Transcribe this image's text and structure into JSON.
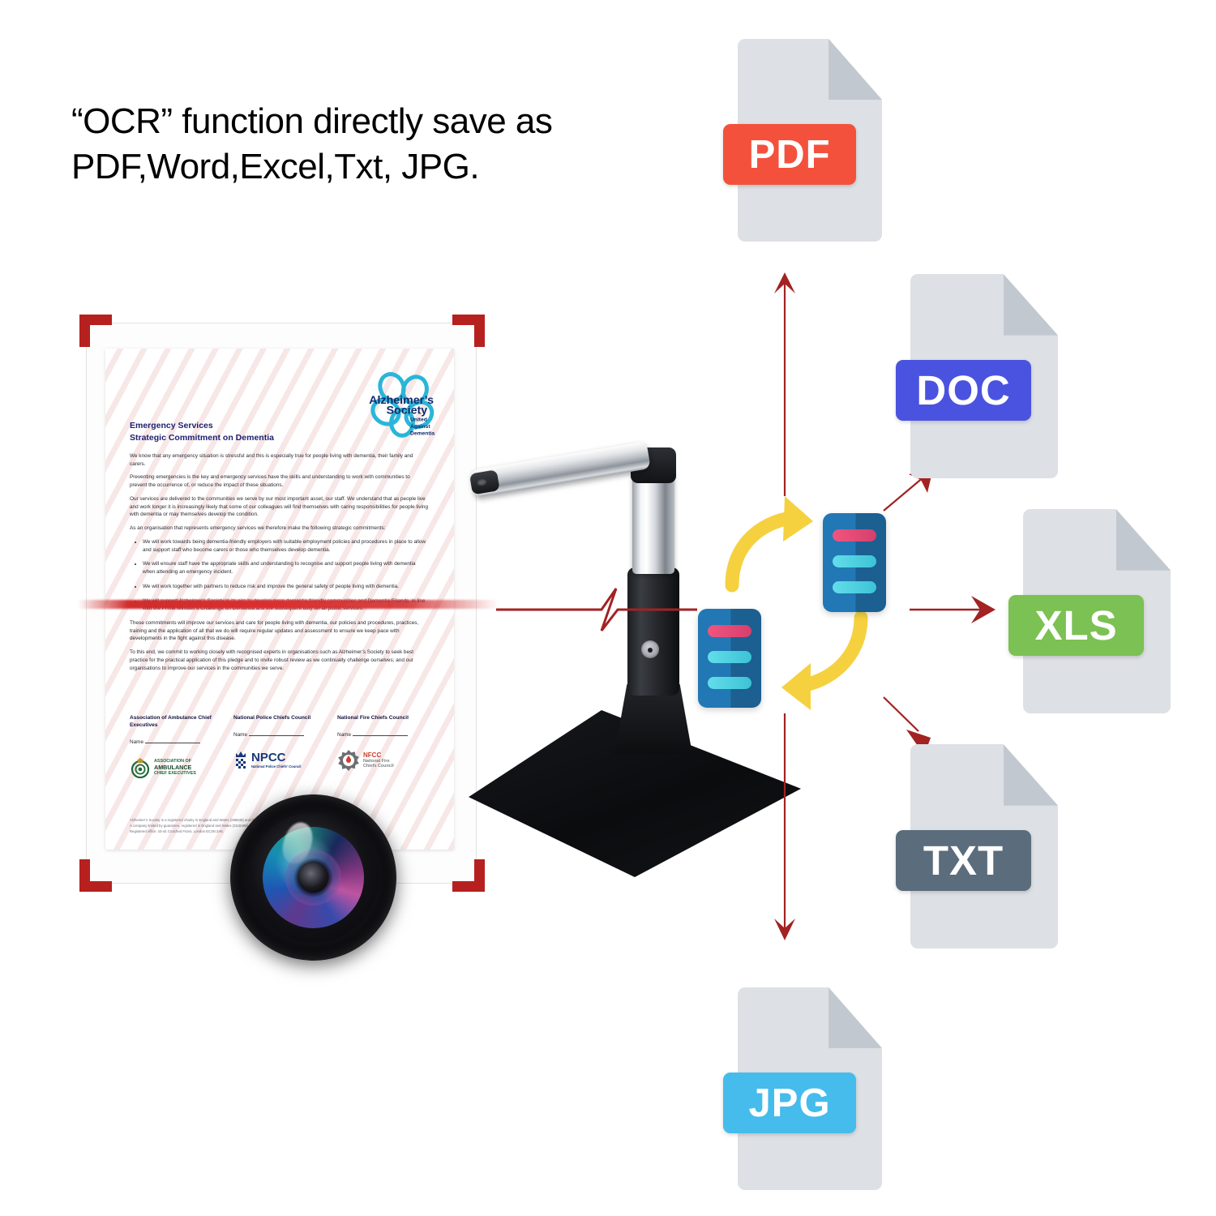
{
  "headline": {
    "line1": "“OCR” function directly save as",
    "line2": "PDF,Word,Excel,Txt, JPG."
  },
  "colors": {
    "pdf": "#f4513c",
    "doc": "#4a53e0",
    "xls": "#7cc153",
    "txt": "#5b6c7c",
    "jpg": "#45bceb",
    "file_page": "#dde0e4",
    "file_fold": "#c2c8cf",
    "arrow_red": "#a32222",
    "corner_bracket": "#b6201e",
    "arrow_yellow": "#f5d13f",
    "hub_card": "#2178b4",
    "hub_bar_pink": "#ef557e",
    "hub_bar_cyan": "#5ed8e8",
    "laser_red": "#d42a2a"
  },
  "file_icons": [
    {
      "name": "pdf",
      "label": "PDF",
      "badge_color": "#f4513c"
    },
    {
      "name": "doc",
      "label": "DOC",
      "badge_color": "#4a53e0"
    },
    {
      "name": "xls",
      "label": "XLS",
      "badge_color": "#7cc153"
    },
    {
      "name": "txt",
      "label": "TXT",
      "badge_color": "#5b6c7c"
    },
    {
      "name": "jpg",
      "label": "JPG",
      "badge_color": "#45bceb"
    }
  ],
  "scanned_document": {
    "logo": {
      "line1": "Alzheimer’s",
      "line2": "Society",
      "tag1": "United",
      "tag2": "Against",
      "tag3": "Dementia"
    },
    "title_line1": "Emergency Services",
    "title_line2": "Strategic Commitment on Dementia",
    "paragraphs": [
      "We know that any emergency situation is stressful and this is especially true for people living with dementia, their family and carers.",
      "Preventing emergencies is the key and emergency services have the skills and understanding to work with communities to prevent the occurrence of, or reduce the impact of these situations.",
      "Our services are delivered to the communities we serve by our most important asset, our staff. We understand that as people live and work longer it is increasingly likely that some of our colleagues will find themselves with caring responsibilities for people living with dementia or may themselves develop the condition.",
      "As an organisation that represents emergency services we therefore make the following strategic commitments:"
    ],
    "bullets": [
      "We will work towards being dementia-friendly employers with suitable employment policies and procedures in place to allow and support staff who become carers or those who themselves develop dementia.",
      "We will ensure staff have the appropriate skills and understanding to recognise and support people living with dementia when attending an emergency incident.",
      "We will work together with partners to reduce risk and improve the general safety of people living with dementia.",
      "We will support Alzheimer’s Society in its aim to develop more dementia-friendly communities and Dementia Friends, in line with the Prime Minister’s Challenge on Dementia and the subsequent duty on all public services."
    ],
    "closing_paragraphs": [
      "These commitments will improve our services and care for people living with dementia, our policies and procedures, practices, training and the application of all that we do will require regular updates and assessment to ensure we keep pace with developments in the fight against this disease.",
      "To this end, we commit to working closely with recognised experts in organisations such as Alzheimer’s Society to seek best practice for the practical application of this pledge and to invite robust review as we continually challenge ourselves; and our organisations to improve our services in the communities we serve."
    ],
    "signatories": [
      {
        "org": "Association of Ambulance Chief Executives",
        "name_label": "Name",
        "logo_line1": "ASSOCIATION OF",
        "logo_line2": "AMBULANCE",
        "logo_line3": "CHIEF EXECUTIVES"
      },
      {
        "org": "National Police Chiefs Council",
        "name_label": "Name",
        "logo_line1": "NPCC",
        "logo_line2": "National Police Chiefs’ Council",
        "logo_line3": ""
      },
      {
        "org": "National Fire Chiefs Council",
        "name_label": "Name",
        "logo_line1": "NFCC",
        "logo_line2": "National Fire",
        "logo_line3": "Chiefs Council"
      }
    ],
    "footer": [
      "Alzheimer’s Society is a registered charity in England and Wales (296645) and the Isle of Man (1128)",
      "A company limited by guarantee, registered in England and Wales (2115499) and the Isle of Man (5730F)",
      "Registered office: 43-44 Crutched Friars, London EC3N 2AE."
    ]
  }
}
